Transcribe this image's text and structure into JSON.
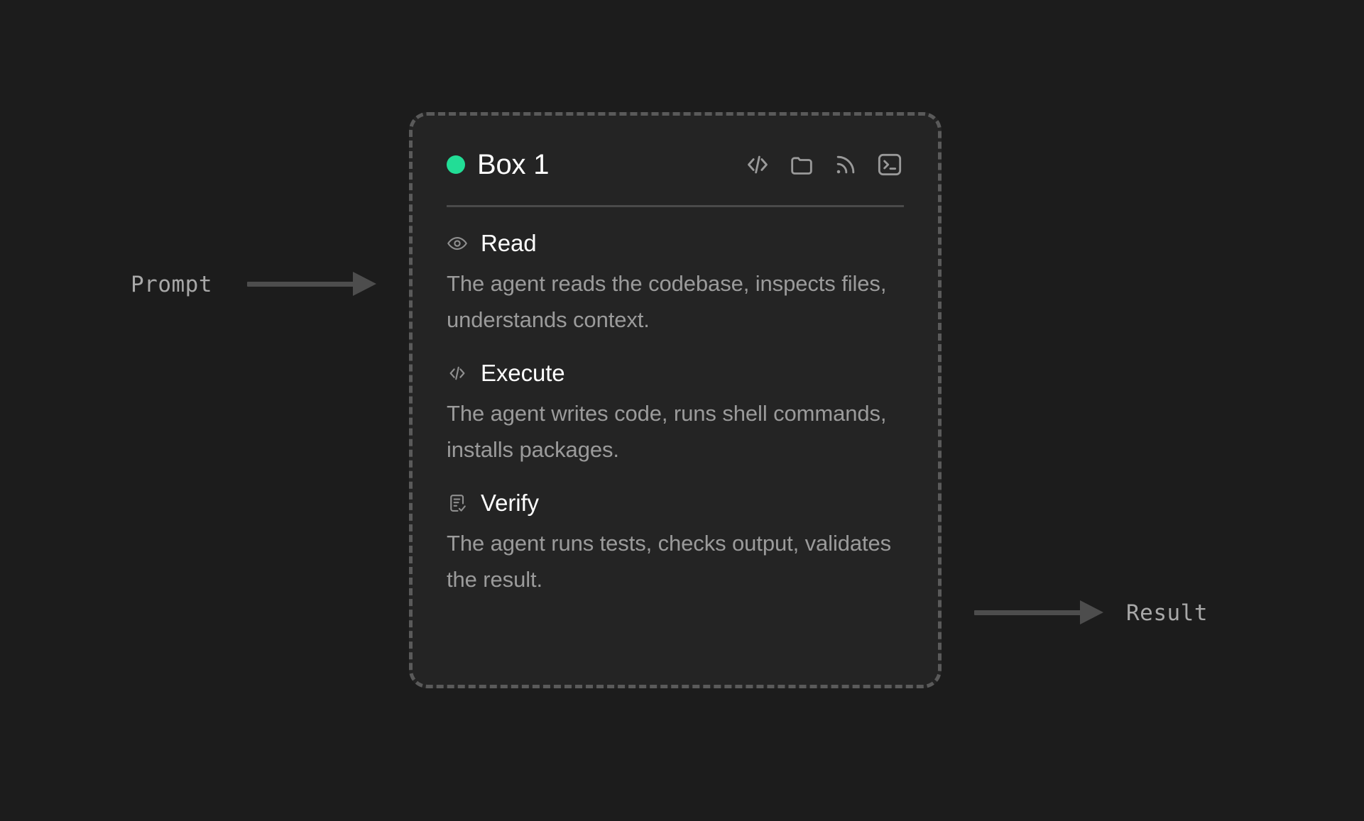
{
  "flow": {
    "input_label": "Prompt",
    "output_label": "Result",
    "input_arrow_icon": "arrow-right-icon",
    "output_arrow_icon": "arrow-right-icon"
  },
  "card": {
    "title": "Box 1",
    "status_dot_color": "#22dd96",
    "status_dot_icon": "status-dot-icon",
    "header_icons": [
      {
        "name": "code-icon",
        "label": "code"
      },
      {
        "name": "folder-icon",
        "label": "folder"
      },
      {
        "name": "rss-icon",
        "label": "rss"
      },
      {
        "name": "terminal-icon",
        "label": "terminal"
      }
    ],
    "steps": [
      {
        "icon": "eye-icon",
        "title": "Read",
        "description": "The agent reads the codebase, inspects files, understands context."
      },
      {
        "icon": "code-icon",
        "title": "Execute",
        "description": "The agent writes code, runs shell commands, installs packages."
      },
      {
        "icon": "document-check-icon",
        "title": "Verify",
        "description": "The agent runs tests, checks output, validates the result."
      }
    ]
  },
  "colors": {
    "background": "#1c1c1c",
    "card_fill": "#242424",
    "card_border": "#5a5a5a",
    "accent": "#22dd96",
    "title_text": "#ffffff",
    "body_text": "#9b9b9b",
    "arrow": "#4d4d4d",
    "flow_label_text": "#a8a8a8"
  }
}
